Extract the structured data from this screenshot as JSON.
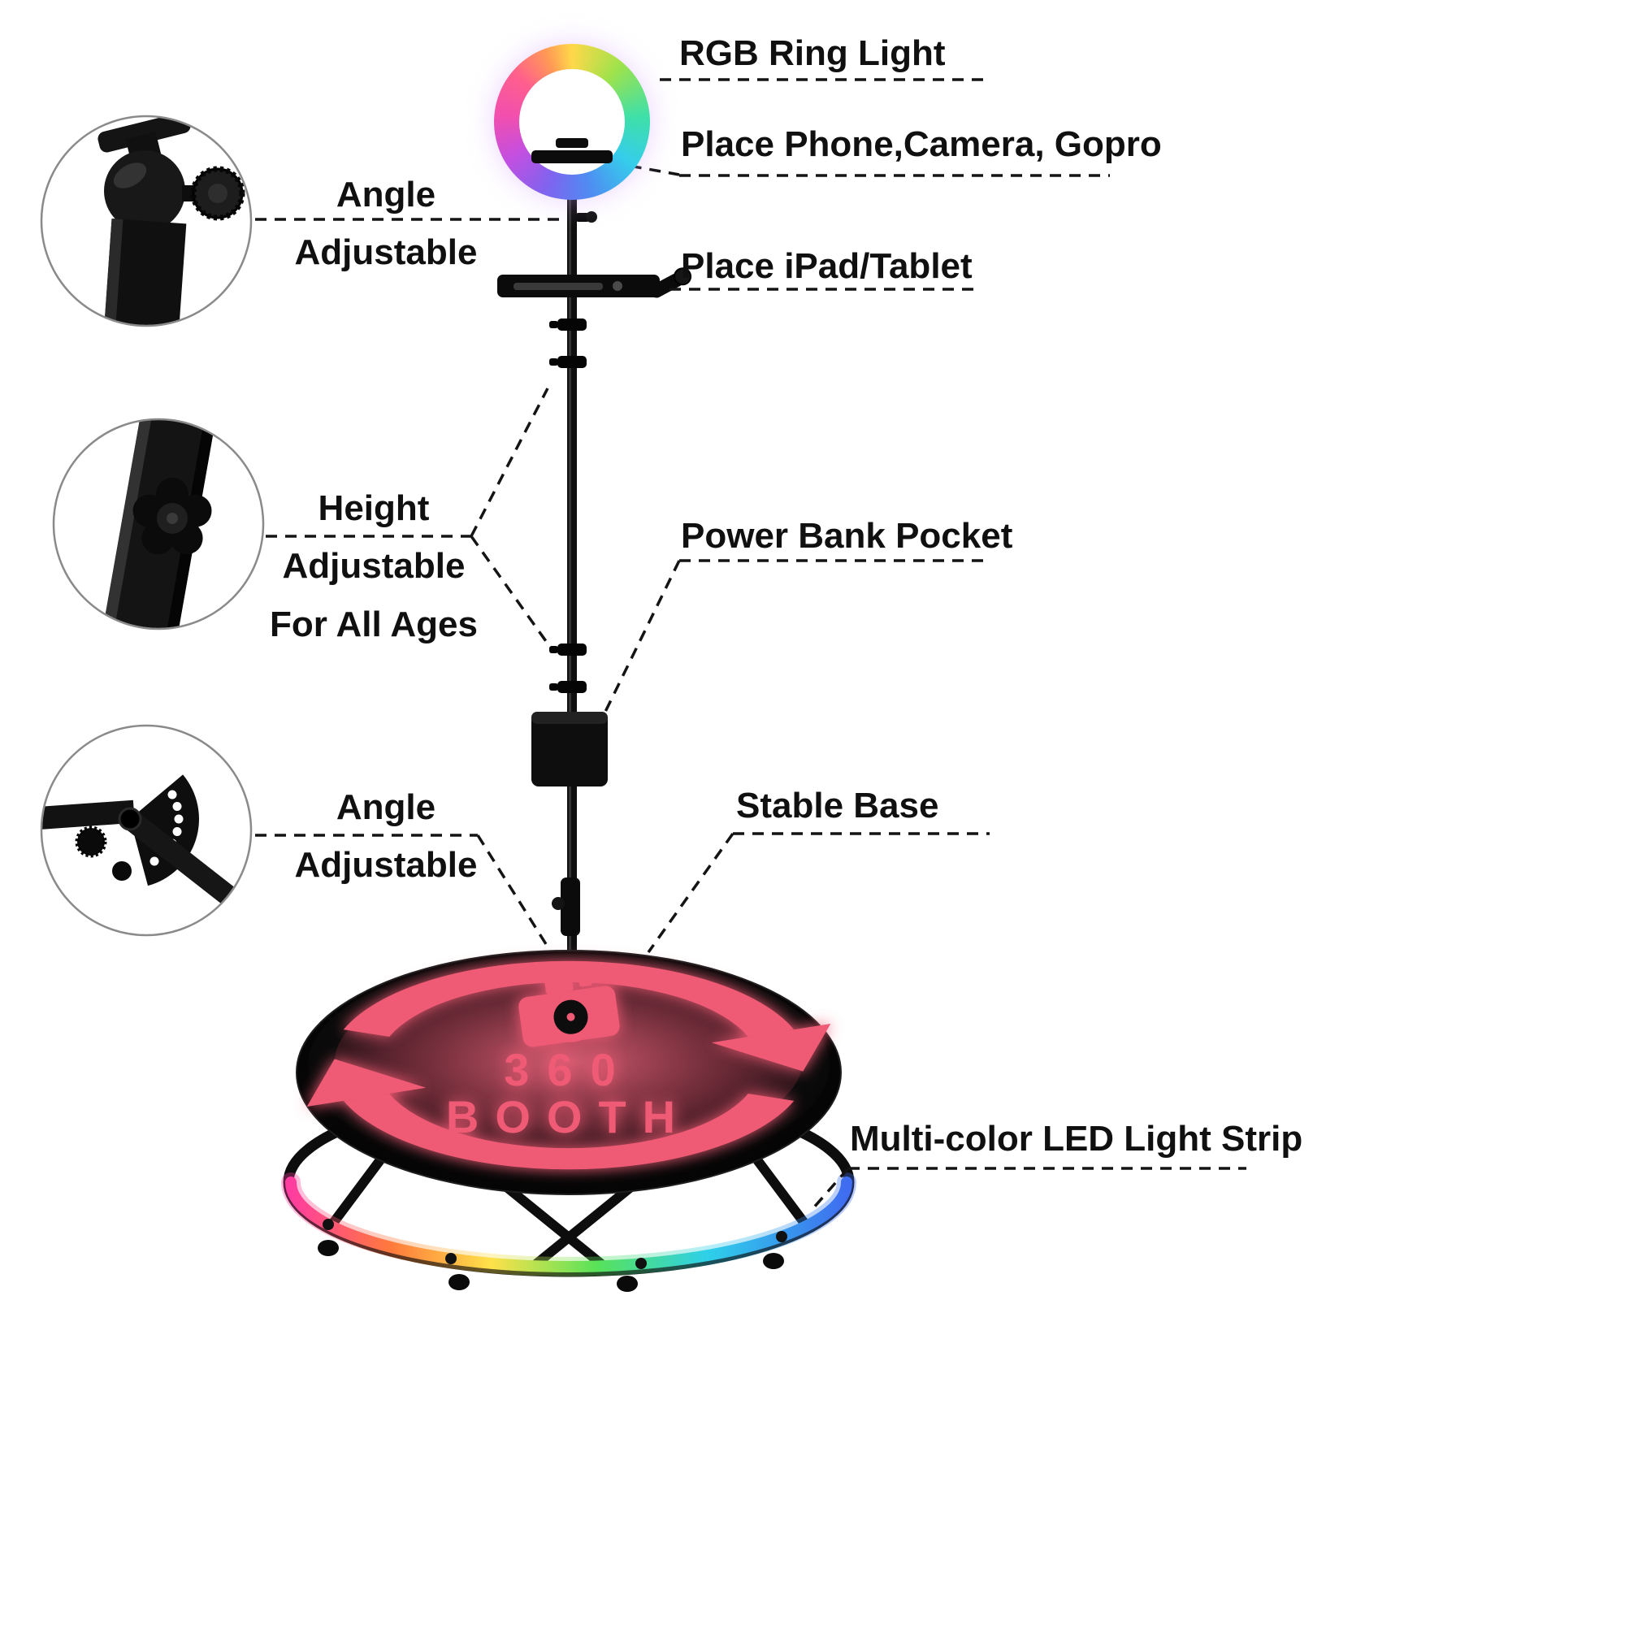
{
  "page": {
    "background": "#ffffff",
    "description": "360 photo booth product feature infographic"
  },
  "colors": {
    "label_text": "#101010",
    "leader_line": "#141414",
    "hardware_black": "#0d0d0d",
    "accent_pink": "#ef5a74",
    "ring_gradient": [
      "#ffd84a",
      "#9fe24b",
      "#3fe0a8",
      "#35cdeb",
      "#4f8cf2",
      "#7e64ef",
      "#c44fe0",
      "#f14fae",
      "#ff5f8d",
      "#ff9a55"
    ],
    "led_gradient": [
      "#ff3da0",
      "#ff7a3c",
      "#ffe14a",
      "#58e259",
      "#2ed0ea",
      "#3f6cf0"
    ]
  },
  "callouts": {
    "rgb_ring_light": "RGB Ring Light",
    "place_phone": "Place Phone,Camera, Gopro",
    "angle_top": [
      "Angle",
      "Adjustable"
    ],
    "place_ipad": "Place iPad/Tablet",
    "height": [
      "Height",
      "Adjustable",
      "For All Ages"
    ],
    "power_bank": "Power Bank Pocket",
    "angle_bottom": [
      "Angle",
      "Adjustable"
    ],
    "stable_base": "Stable Base",
    "led_strip": "Multi-color LED Light Strip"
  },
  "platform_logo": {
    "number": "360",
    "word": "BOOTH"
  },
  "icons": {
    "ring_light": "rgb-ring-light",
    "camera_logo": "camera-icon",
    "rotation_arrows": "rotation-arrows-icon",
    "detail_photos": [
      "ball-head-mount-photo",
      "star-knob-photo",
      "angle-bracket-photo"
    ]
  }
}
